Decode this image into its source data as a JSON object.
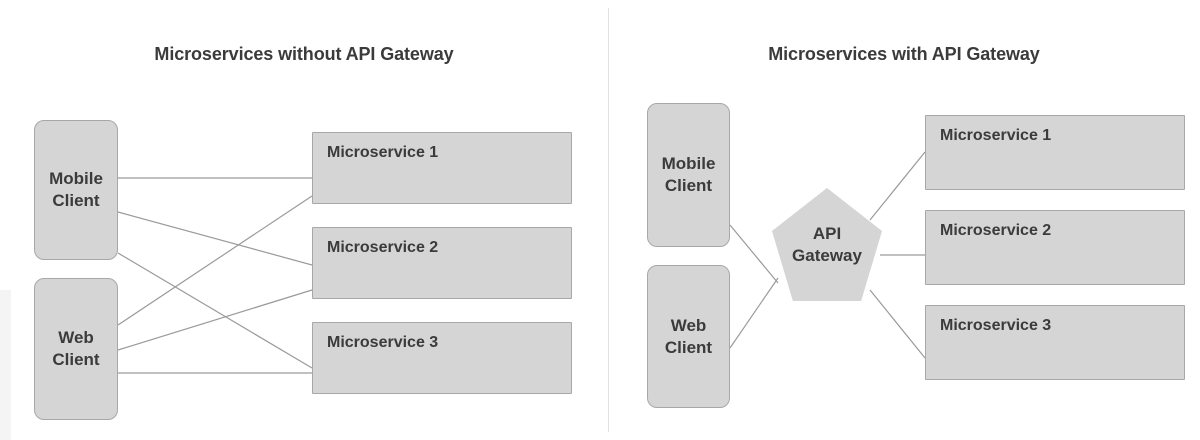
{
  "diagram": {
    "title": "Microservices without API Gateway / Microservices with API Gateway",
    "colors": {
      "node_fill": "#d5d5d5",
      "node_border": "#a8a8a8",
      "text": "#3b3b3b",
      "wire": "#9a9a9a",
      "divider": "#e2e2e2",
      "background": "#ffffff"
    }
  },
  "panels": [
    {
      "id": "without-gateway",
      "title": "Microservices without API Gateway",
      "clients": [
        {
          "id": "mobile-client",
          "label": "Mobile\nClient",
          "line1": "Mobile",
          "line2": "Client"
        },
        {
          "id": "web-client",
          "label": "Web\nClient",
          "line1": "Web",
          "line2": "Client"
        }
      ],
      "services": [
        {
          "id": "microservice-1",
          "label": "Microservice 1"
        },
        {
          "id": "microservice-2",
          "label": "Microservice 2"
        },
        {
          "id": "microservice-3",
          "label": "Microservice 3"
        }
      ],
      "connections": [
        {
          "from": "mobile-client",
          "to": "microservice-1"
        },
        {
          "from": "mobile-client",
          "to": "microservice-2"
        },
        {
          "from": "mobile-client",
          "to": "microservice-3"
        },
        {
          "from": "web-client",
          "to": "microservice-1"
        },
        {
          "from": "web-client",
          "to": "microservice-2"
        },
        {
          "from": "web-client",
          "to": "microservice-3"
        }
      ],
      "connection_count": 6
    },
    {
      "id": "with-gateway",
      "title": "Microservices with API Gateway",
      "clients": [
        {
          "id": "mobile-client",
          "label": "Mobile\nClient",
          "line1": "Mobile",
          "line2": "Client"
        },
        {
          "id": "web-client",
          "label": "Web\nClient",
          "line1": "Web",
          "line2": "Client"
        }
      ],
      "gateway": {
        "id": "api-gateway",
        "label": "API\nGateway",
        "line1": "API",
        "line2": "Gateway",
        "shape": "pentagon"
      },
      "services": [
        {
          "id": "microservice-1",
          "label": "Microservice 1"
        },
        {
          "id": "microservice-2",
          "label": "Microservice 2"
        },
        {
          "id": "microservice-3",
          "label": "Microservice 3"
        }
      ],
      "connections": [
        {
          "from": "mobile-client",
          "to": "api-gateway"
        },
        {
          "from": "web-client",
          "to": "api-gateway"
        },
        {
          "from": "api-gateway",
          "to": "microservice-1"
        },
        {
          "from": "api-gateway",
          "to": "microservice-2"
        },
        {
          "from": "api-gateway",
          "to": "microservice-3"
        }
      ],
      "connection_count": 5
    }
  ]
}
